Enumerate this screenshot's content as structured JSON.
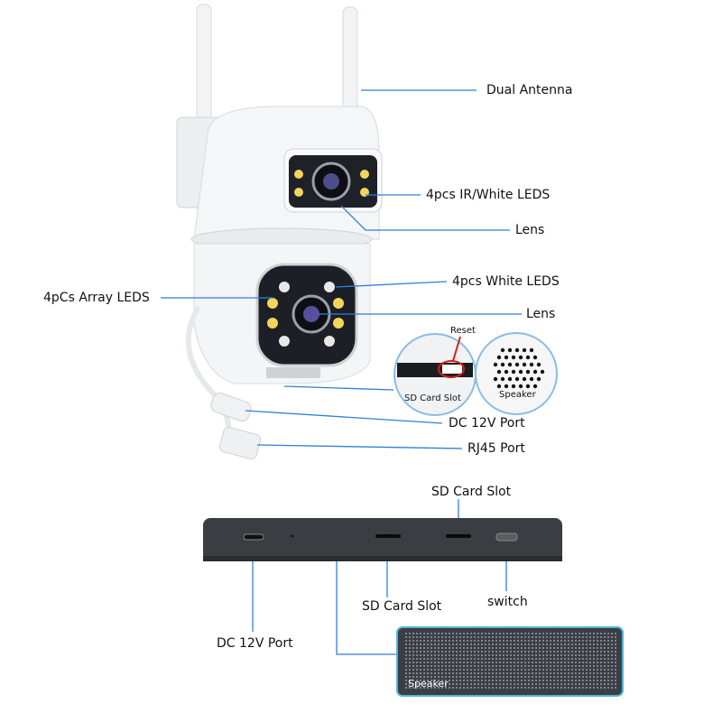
{
  "colors": {
    "leader_line": "#2f7fd6",
    "device_body": "#3a3d42",
    "speaker_border": "#4fb6d8",
    "reset_marker": "#d32020"
  },
  "camera_labels": {
    "dual_antenna": "Dual Antenna",
    "ir_white_leds": "4pcs IR/White LEDS",
    "lens_top": "Lens",
    "white_leds": "4pcs White LEDS",
    "lens_bottom": "Lens",
    "array_leds": "4pCs Array LEDS",
    "reset": "Reset",
    "sd_card_slot_inset": "SD Card Slot",
    "speaker_inset": "Speaker",
    "dc_port": "DC 12V Port",
    "rj45_port": "RJ45 Port"
  },
  "box_labels": {
    "sd_card_slot_top": "SD Card Slot",
    "sd_card_slot": "SD Card Slot",
    "switch": "switch",
    "dc_port": "DC 12V Port",
    "speaker": "Speaker"
  }
}
